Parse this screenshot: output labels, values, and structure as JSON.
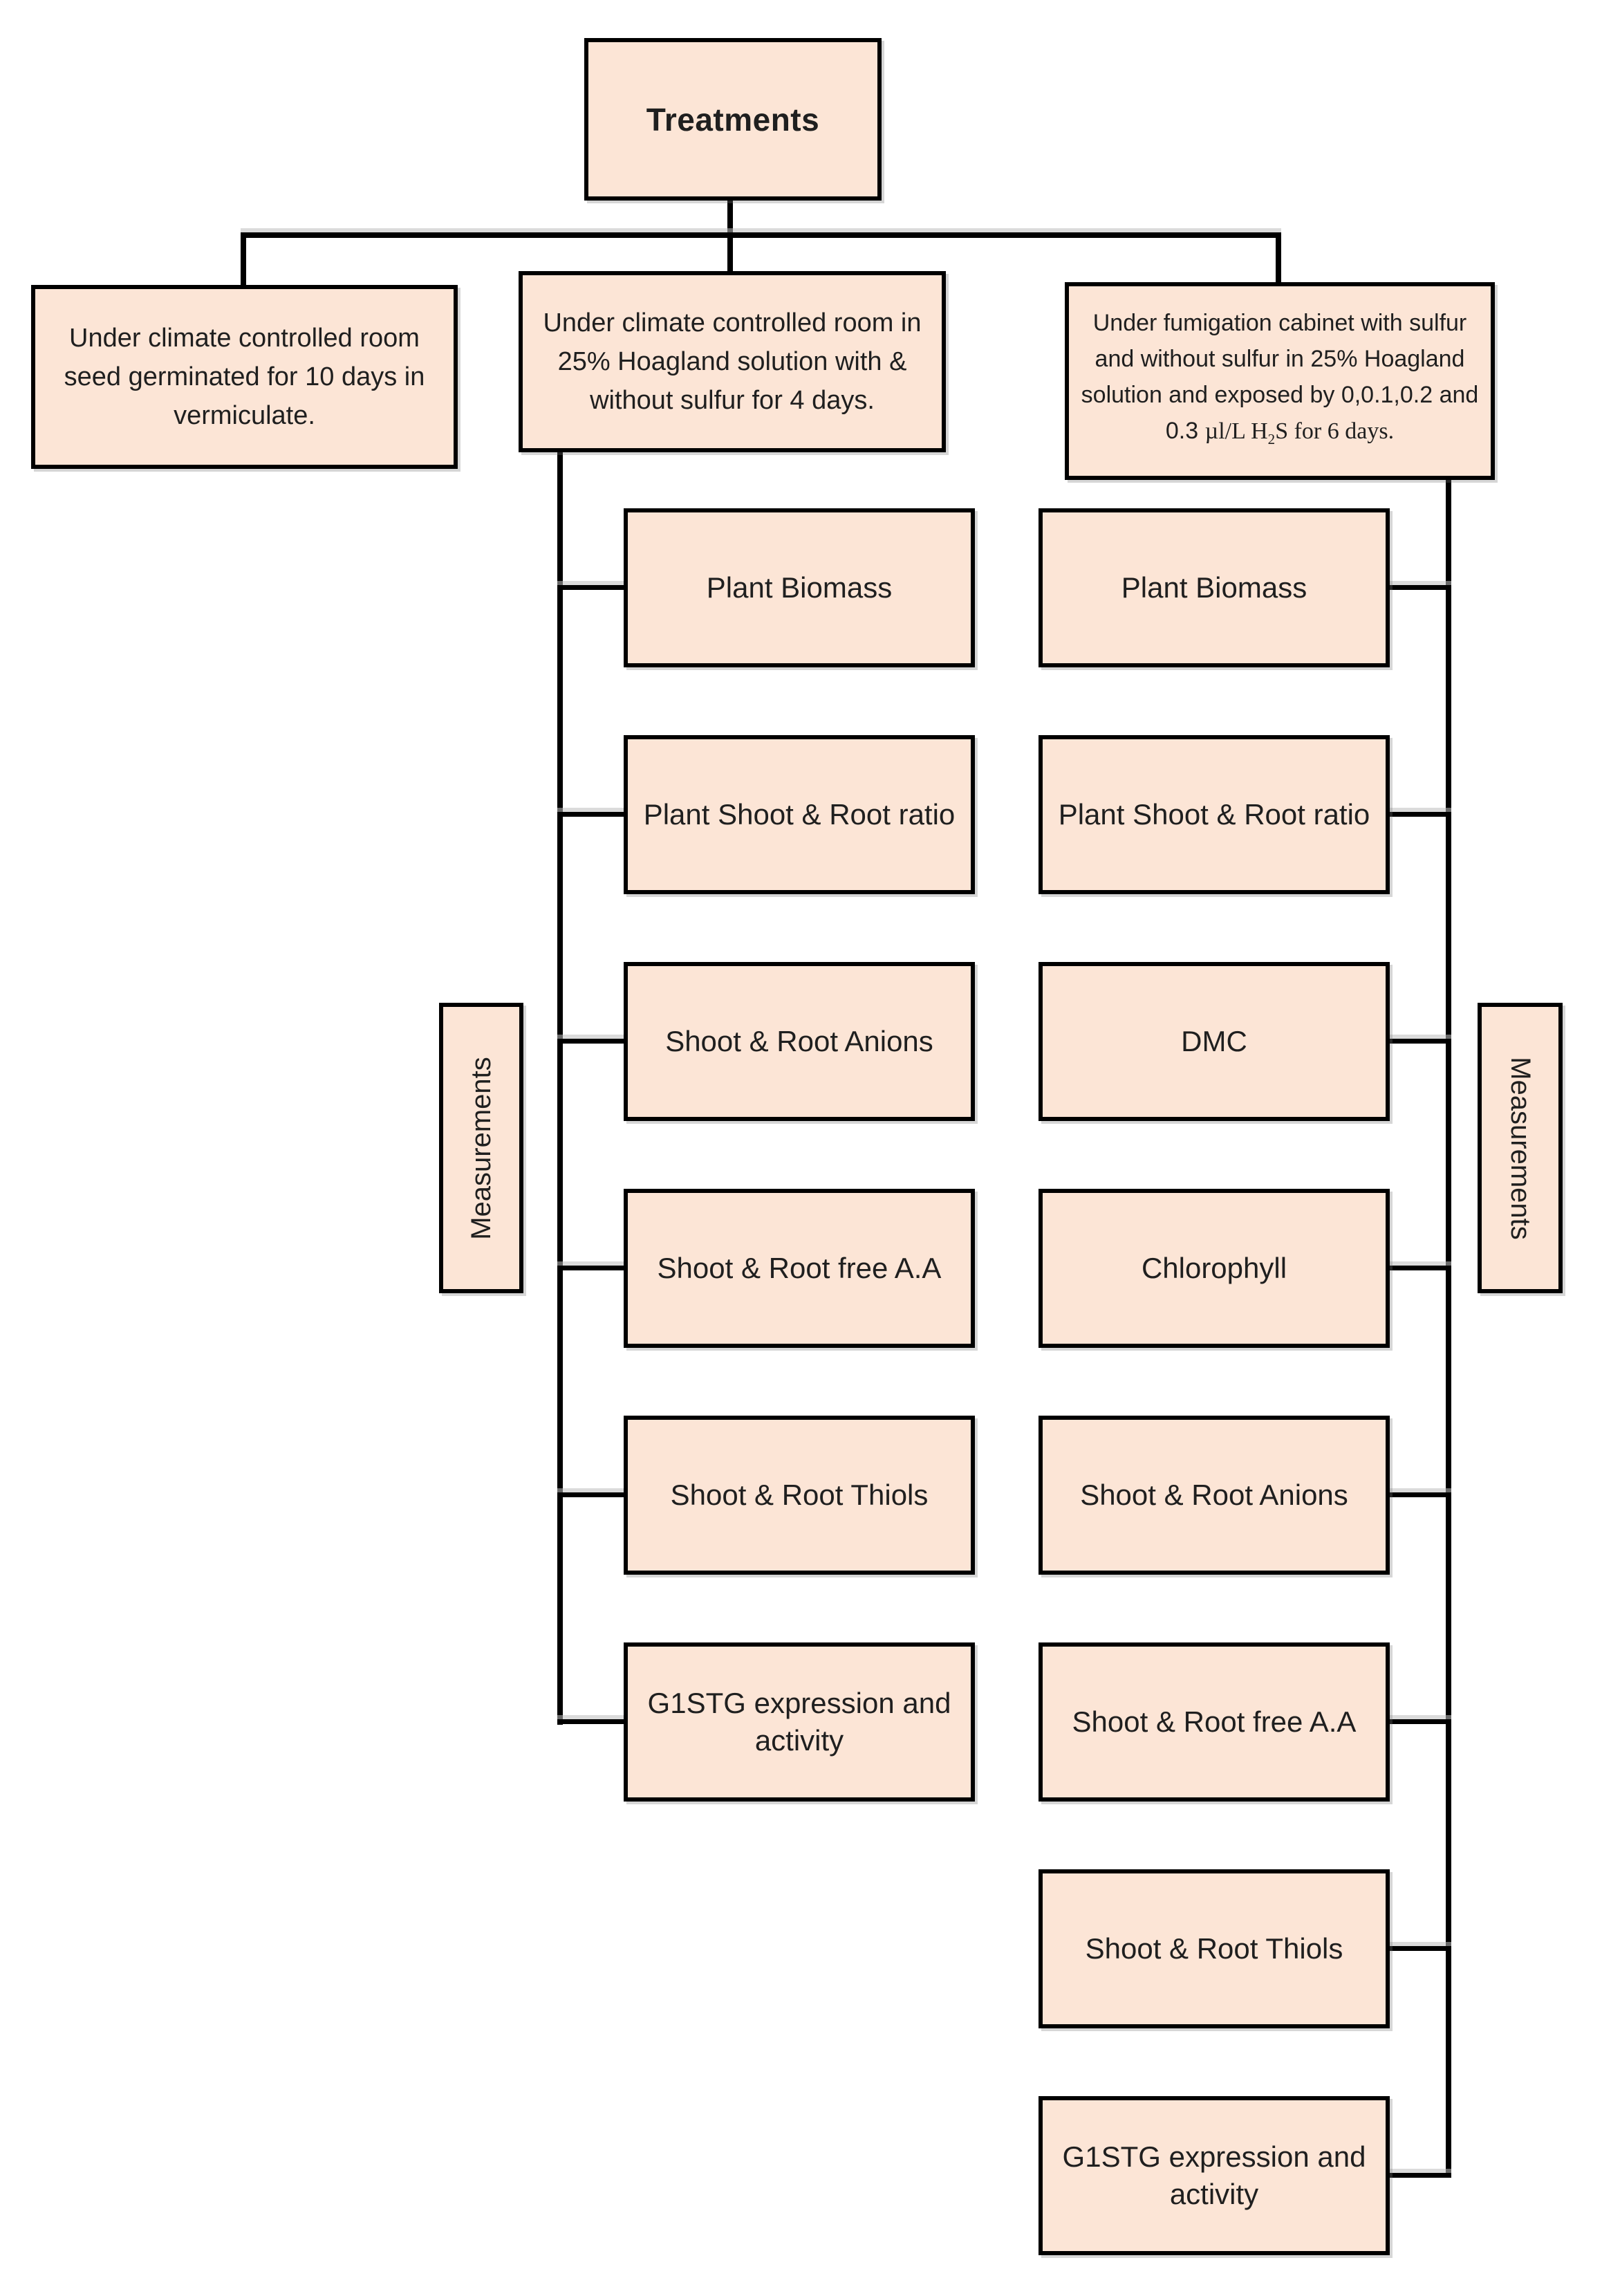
{
  "diagram": {
    "root": {
      "label": "Treatments"
    },
    "treatments": [
      {
        "label": "Under climate controlled room seed germinated for 10 days in vermiculate."
      },
      {
        "label": "Under climate controlled room in 25% Hoagland solution with & without sulfur for 4 days."
      },
      {
        "label_main": "Under fumigation cabinet with sulfur and without sulfur in 25% Hoagland solution and exposed by 0,0.1,0.2 and 0.3 ",
        "formula_pre": "µl/L H",
        "formula_sub": "2",
        "formula_post": "S for 6 days."
      }
    ],
    "left_column": {
      "measurements_label": "Measurements",
      "items": [
        "Plant Biomass",
        "Plant Shoot & Root ratio",
        "Shoot & Root Anions",
        "Shoot & Root free A.A",
        "Shoot & Root Thiols",
        "G1STG expression and activity"
      ]
    },
    "right_column": {
      "measurements_label": "Measurements",
      "items": [
        "Plant Biomass",
        "Plant Shoot & Root ratio",
        "DMC",
        "Chlorophyll",
        "Shoot & Root Anions",
        "Shoot & Root free A.A",
        "Shoot & Root Thiols",
        "G1STG expression and activity"
      ]
    },
    "colors": {
      "box_fill": "#fce5d6",
      "box_border": "#000000",
      "line": "#000000",
      "background": "#ffffff"
    }
  }
}
